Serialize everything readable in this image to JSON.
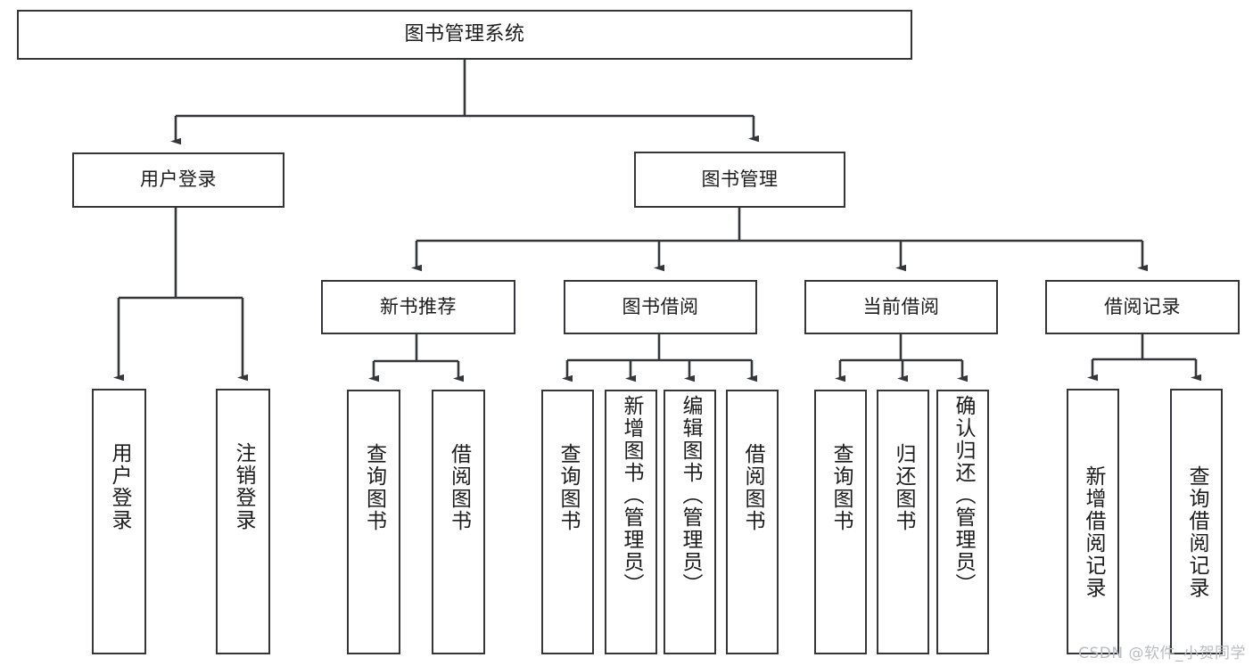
{
  "diagram": {
    "type": "tree-hierarchy",
    "title": "图书管理系统",
    "watermark": "CSDN @软件_小贺同学",
    "colors": {
      "box_border": "#35363a",
      "box_fill": "#ffffff",
      "edge": "#35363a",
      "text": "#1c1c1c",
      "watermark": "#b9bcc0",
      "background": "#ffffff"
    },
    "levels": {
      "root": "图书管理系统",
      "level1": [
        "用户登录",
        "图书管理"
      ],
      "level2": [
        "新书推荐",
        "图书借阅",
        "当前借阅",
        "借阅记录"
      ]
    },
    "nodes": {
      "root": {
        "label": "图书管理系统"
      },
      "user_login": {
        "label": "用户登录"
      },
      "book_manage": {
        "label": "图书管理"
      },
      "new_book_rec": {
        "label": "新书推荐"
      },
      "book_borrow": {
        "label": "图书借阅"
      },
      "current_borrow": {
        "label": "当前借阅"
      },
      "borrow_record": {
        "label": "借阅记录"
      },
      "leaf_user_login": {
        "label": "用户登录"
      },
      "leaf_logout": {
        "label": "注销登录"
      },
      "leaf_query_book_1": {
        "label": "查询图书"
      },
      "leaf_borrow_book_1": {
        "label": "借阅图书"
      },
      "leaf_query_book_2": {
        "label": "查询图书"
      },
      "leaf_add_book": {
        "label": "新增图书（管理员）"
      },
      "leaf_edit_book": {
        "label": "编辑图书（管理员）"
      },
      "leaf_borrow_book_2": {
        "label": "借阅图书"
      },
      "leaf_query_book_3": {
        "label": "查询图书"
      },
      "leaf_return_book": {
        "label": "归还图书"
      },
      "leaf_confirm_return": {
        "label": "确认归还（管理员）"
      },
      "leaf_add_record": {
        "label": "新增借阅记录"
      },
      "leaf_query_record": {
        "label": "查询借阅记录"
      }
    },
    "edges": [
      {
        "from": "root",
        "to": "user_login"
      },
      {
        "from": "root",
        "to": "book_manage"
      },
      {
        "from": "user_login",
        "to": "leaf_user_login"
      },
      {
        "from": "user_login",
        "to": "leaf_logout"
      },
      {
        "from": "book_manage",
        "to": "new_book_rec"
      },
      {
        "from": "book_manage",
        "to": "book_borrow"
      },
      {
        "from": "book_manage",
        "to": "current_borrow"
      },
      {
        "from": "book_manage",
        "to": "borrow_record"
      },
      {
        "from": "new_book_rec",
        "to": "leaf_query_book_1"
      },
      {
        "from": "new_book_rec",
        "to": "leaf_borrow_book_1"
      },
      {
        "from": "book_borrow",
        "to": "leaf_query_book_2"
      },
      {
        "from": "book_borrow",
        "to": "leaf_add_book"
      },
      {
        "from": "book_borrow",
        "to": "leaf_edit_book"
      },
      {
        "from": "book_borrow",
        "to": "leaf_borrow_book_2"
      },
      {
        "from": "current_borrow",
        "to": "leaf_query_book_3"
      },
      {
        "from": "current_borrow",
        "to": "leaf_return_book"
      },
      {
        "from": "current_borrow",
        "to": "leaf_confirm_return"
      },
      {
        "from": "borrow_record",
        "to": "leaf_add_record"
      },
      {
        "from": "borrow_record",
        "to": "leaf_query_record"
      }
    ]
  }
}
